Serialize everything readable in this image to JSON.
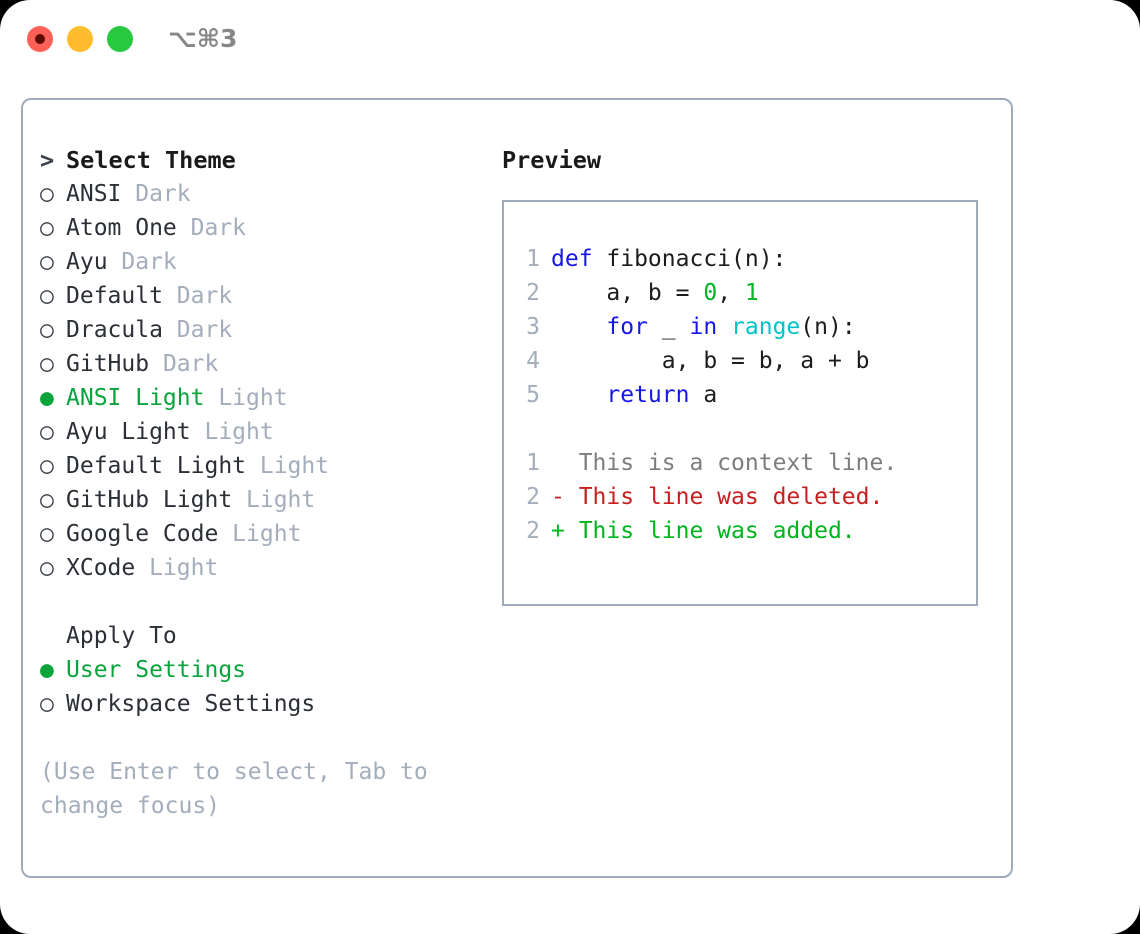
{
  "titlebar": {
    "traffic_lights": [
      "close",
      "minimize",
      "maximize"
    ],
    "shortcut": "⌥⌘3"
  },
  "left_panel": {
    "header": {
      "prompt": "> ",
      "title": "Select Theme"
    },
    "themes": [
      {
        "marker": "○",
        "name": "ANSI",
        "tag": "Dark",
        "selected": false
      },
      {
        "marker": "○",
        "name": "Atom One",
        "tag": "Dark",
        "selected": false
      },
      {
        "marker": "○",
        "name": "Ayu",
        "tag": "Dark",
        "selected": false
      },
      {
        "marker": "○",
        "name": "Default",
        "tag": "Dark",
        "selected": false
      },
      {
        "marker": "○",
        "name": "Dracula",
        "tag": "Dark",
        "selected": false
      },
      {
        "marker": "○",
        "name": "GitHub",
        "tag": "Dark",
        "selected": false
      },
      {
        "marker": "●",
        "name": "ANSI Light",
        "tag": "Light",
        "selected": true
      },
      {
        "marker": "○",
        "name": "Ayu Light",
        "tag": "Light",
        "selected": false
      },
      {
        "marker": "○",
        "name": "Default Light",
        "tag": "Light",
        "selected": false
      },
      {
        "marker": "○",
        "name": "GitHub Light",
        "tag": "Light",
        "selected": false
      },
      {
        "marker": "○",
        "name": "Google Code",
        "tag": "Light",
        "selected": false
      },
      {
        "marker": "○",
        "name": "XCode",
        "tag": "Light",
        "selected": false
      }
    ],
    "apply_to": {
      "heading": "Apply To",
      "options": [
        {
          "marker": "●",
          "label": "User Settings",
          "selected": true
        },
        {
          "marker": "○",
          "label": "Workspace Settings",
          "selected": false
        }
      ]
    },
    "hint": "(Use Enter to select, Tab to change focus)"
  },
  "right_panel": {
    "title": "Preview",
    "code_lines": [
      {
        "n": "1",
        "tokens": [
          {
            "t": "def",
            "c": "kw"
          },
          {
            "t": " fibonacci(n):",
            "c": "plain"
          }
        ]
      },
      {
        "n": "2",
        "tokens": [
          {
            "t": "    a, b = ",
            "c": "plain"
          },
          {
            "t": "0",
            "c": "num"
          },
          {
            "t": ", ",
            "c": "plain"
          },
          {
            "t": "1",
            "c": "num"
          }
        ]
      },
      {
        "n": "3",
        "tokens": [
          {
            "t": "    ",
            "c": "plain"
          },
          {
            "t": "for",
            "c": "kw"
          },
          {
            "t": " _ ",
            "c": "plain"
          },
          {
            "t": "in",
            "c": "kw"
          },
          {
            "t": " ",
            "c": "plain"
          },
          {
            "t": "range",
            "c": "fn"
          },
          {
            "t": "(n):",
            "c": "plain"
          }
        ]
      },
      {
        "n": "4",
        "tokens": [
          {
            "t": "        a, b = b, a + b",
            "c": "plain"
          }
        ]
      },
      {
        "n": "5",
        "tokens": [
          {
            "t": "    ",
            "c": "plain"
          },
          {
            "t": "return",
            "c": "kw"
          },
          {
            "t": " a",
            "c": "plain"
          }
        ]
      }
    ],
    "diff_lines": [
      {
        "n": "1",
        "sign": " ",
        "text": "This is a context line.",
        "kind": "ctx"
      },
      {
        "n": "2",
        "sign": "-",
        "text": "This line was deleted.",
        "kind": "del"
      },
      {
        "n": "2",
        "sign": "+",
        "text": "This line was added.",
        "kind": "add"
      }
    ]
  },
  "colors": {
    "accent_green": "#0aa33c",
    "tag_gray": "#a3adbb",
    "border": "#9fabbb",
    "keyword_blue": "#1616e6",
    "function_cyan": "#00c2c7",
    "number_green": "#00b428",
    "diff_add": "#00b41e",
    "diff_del": "#c62020",
    "close_red": "#ff6159",
    "min_yellow": "#ffbd2e",
    "max_green": "#27c93f"
  }
}
